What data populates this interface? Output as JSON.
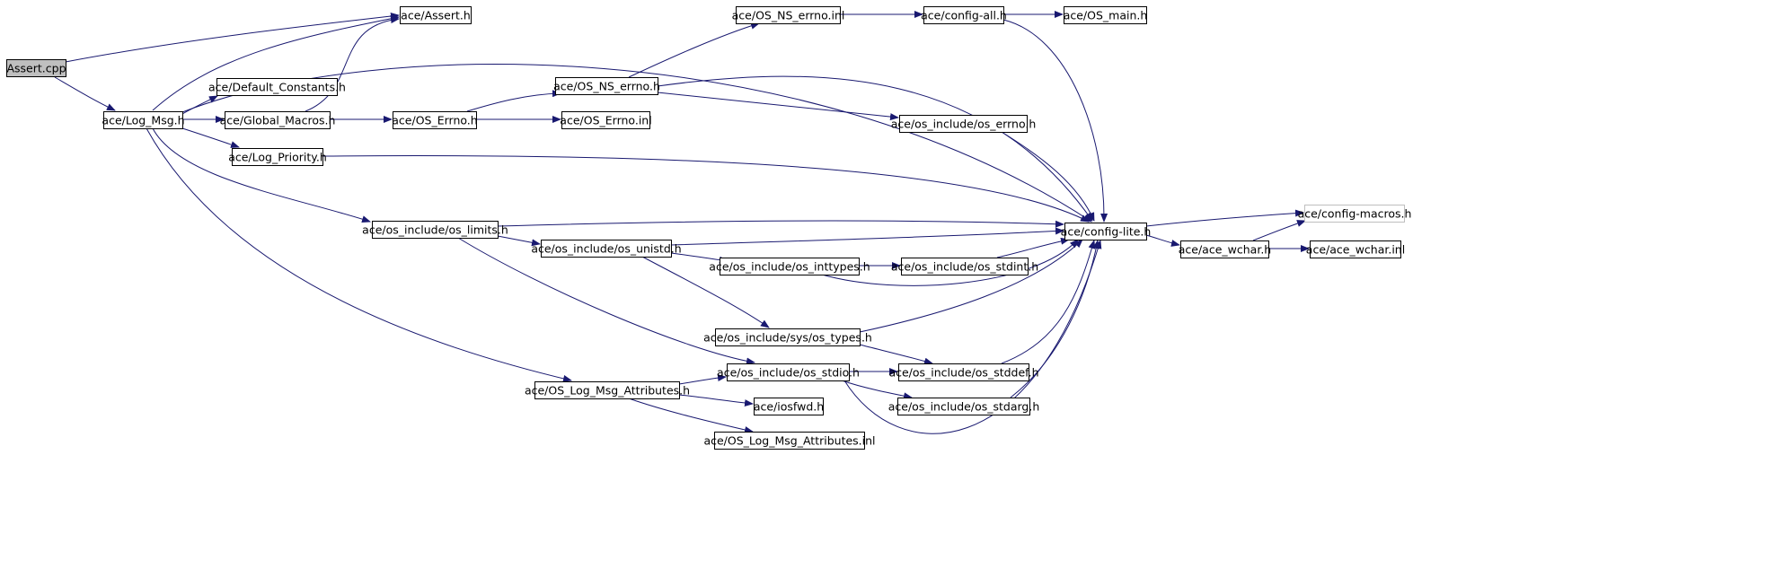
{
  "graph": {
    "edge_color": "#191970",
    "node_fill": "#ffffff",
    "node_border": "#000000",
    "highlight_fill": "#bfbfbf",
    "muted_border": "#bfbfbf",
    "nodes": [
      {
        "id": "assert_cpp",
        "label": "Assert.cpp",
        "style": "highlight"
      },
      {
        "id": "assert_h",
        "label": "ace/Assert.h"
      },
      {
        "id": "log_msg_h",
        "label": "ace/Log_Msg.h"
      },
      {
        "id": "default_constants_h",
        "label": "ace/Default_Constants.h"
      },
      {
        "id": "global_macros_h",
        "label": "ace/Global_Macros.h"
      },
      {
        "id": "log_priority_h",
        "label": "ace/Log_Priority.h"
      },
      {
        "id": "os_errno_h",
        "label": "ace/OS_Errno.h"
      },
      {
        "id": "os_errno_inl",
        "label": "ace/OS_Errno.inl"
      },
      {
        "id": "os_ns_errno_inl",
        "label": "ace/OS_NS_errno.inl"
      },
      {
        "id": "os_ns_errno_h",
        "label": "ace/OS_NS_errno.h"
      },
      {
        "id": "config_all_h",
        "label": "ace/config-all.h"
      },
      {
        "id": "os_main_h",
        "label": "ace/OS_main.h"
      },
      {
        "id": "os_include_os_errno_h",
        "label": "ace/os_include/os_errno.h"
      },
      {
        "id": "config_lite_h",
        "label": "ace/config-lite.h"
      },
      {
        "id": "config_macros_h",
        "label": "ace/config-macros.h",
        "style": "muted"
      },
      {
        "id": "ace_wchar_h",
        "label": "ace/ace_wchar.h"
      },
      {
        "id": "ace_wchar_inl",
        "label": "ace/ace_wchar.inl"
      },
      {
        "id": "os_include_os_limits_h",
        "label": "ace/os_include/os_limits.h"
      },
      {
        "id": "os_include_os_unistd_h",
        "label": "ace/os_include/os_unistd.h"
      },
      {
        "id": "os_include_os_inttypes_h",
        "label": "ace/os_include/os_inttypes.h"
      },
      {
        "id": "os_include_os_stdint_h",
        "label": "ace/os_include/os_stdint.h"
      },
      {
        "id": "os_include_sys_os_types_h",
        "label": "ace/os_include/sys/os_types.h"
      },
      {
        "id": "os_include_os_stdio_h",
        "label": "ace/os_include/os_stdio.h"
      },
      {
        "id": "os_include_os_stddef_h",
        "label": "ace/os_include/os_stddef.h"
      },
      {
        "id": "os_include_os_stdarg_h",
        "label": "ace/os_include/os_stdarg.h"
      },
      {
        "id": "os_log_msg_attributes_h",
        "label": "ace/OS_Log_Msg_Attributes.h"
      },
      {
        "id": "iosfwd_h",
        "label": "ace/iosfwd.h"
      },
      {
        "id": "os_log_msg_attributes_inl",
        "label": "ace/OS_Log_Msg_Attributes.inl"
      }
    ],
    "edges": [
      {
        "from": "assert_cpp",
        "to": "assert_h"
      },
      {
        "from": "assert_cpp",
        "to": "log_msg_h"
      },
      {
        "from": "log_msg_h",
        "to": "assert_h"
      },
      {
        "from": "log_msg_h",
        "to": "default_constants_h"
      },
      {
        "from": "log_msg_h",
        "to": "global_macros_h"
      },
      {
        "from": "log_msg_h",
        "to": "log_priority_h"
      },
      {
        "from": "log_msg_h",
        "to": "config_lite_h"
      },
      {
        "from": "log_msg_h",
        "to": "os_include_os_limits_h"
      },
      {
        "from": "log_msg_h",
        "to": "os_log_msg_attributes_h"
      },
      {
        "from": "global_macros_h",
        "to": "assert_h"
      },
      {
        "from": "global_macros_h",
        "to": "os_errno_h"
      },
      {
        "from": "os_errno_h",
        "to": "os_ns_errno_h"
      },
      {
        "from": "os_errno_h",
        "to": "os_errno_inl"
      },
      {
        "from": "os_ns_errno_h",
        "to": "os_ns_errno_inl"
      },
      {
        "from": "os_ns_errno_h",
        "to": "config_lite_h"
      },
      {
        "from": "os_ns_errno_h",
        "to": "os_include_os_errno_h"
      },
      {
        "from": "os_ns_errno_inl",
        "to": "config_all_h"
      },
      {
        "from": "config_all_h",
        "to": "os_main_h"
      },
      {
        "from": "config_all_h",
        "to": "config_lite_h"
      },
      {
        "from": "os_include_os_errno_h",
        "to": "config_lite_h"
      },
      {
        "from": "log_priority_h",
        "to": "config_lite_h"
      },
      {
        "from": "config_lite_h",
        "to": "config_macros_h"
      },
      {
        "from": "config_lite_h",
        "to": "ace_wchar_h"
      },
      {
        "from": "ace_wchar_h",
        "to": "config_macros_h"
      },
      {
        "from": "ace_wchar_h",
        "to": "ace_wchar_inl"
      },
      {
        "from": "os_include_os_limits_h",
        "to": "config_lite_h"
      },
      {
        "from": "os_include_os_limits_h",
        "to": "os_include_os_unistd_h"
      },
      {
        "from": "os_include_os_limits_h",
        "to": "os_include_os_stdio_h"
      },
      {
        "from": "os_include_os_unistd_h",
        "to": "config_lite_h"
      },
      {
        "from": "os_include_os_unistd_h",
        "to": "os_include_os_inttypes_h"
      },
      {
        "from": "os_include_os_unistd_h",
        "to": "os_include_sys_os_types_h"
      },
      {
        "from": "os_include_os_inttypes_h",
        "to": "os_include_os_stdint_h"
      },
      {
        "from": "os_include_os_inttypes_h",
        "to": "config_lite_h"
      },
      {
        "from": "os_include_os_stdint_h",
        "to": "config_lite_h"
      },
      {
        "from": "os_include_sys_os_types_h",
        "to": "config_lite_h"
      },
      {
        "from": "os_include_sys_os_types_h",
        "to": "os_include_os_stddef_h"
      },
      {
        "from": "os_include_os_stdio_h",
        "to": "os_include_os_stddef_h"
      },
      {
        "from": "os_include_os_stdio_h",
        "to": "os_include_os_stdarg_h"
      },
      {
        "from": "os_include_os_stdio_h",
        "to": "config_lite_h"
      },
      {
        "from": "os_include_os_stddef_h",
        "to": "config_lite_h"
      },
      {
        "from": "os_include_os_stdarg_h",
        "to": "config_lite_h"
      },
      {
        "from": "os_log_msg_attributes_h",
        "to": "os_include_os_stdio_h"
      },
      {
        "from": "os_log_msg_attributes_h",
        "to": "iosfwd_h"
      },
      {
        "from": "os_log_msg_attributes_h",
        "to": "os_log_msg_attributes_inl"
      }
    ]
  }
}
